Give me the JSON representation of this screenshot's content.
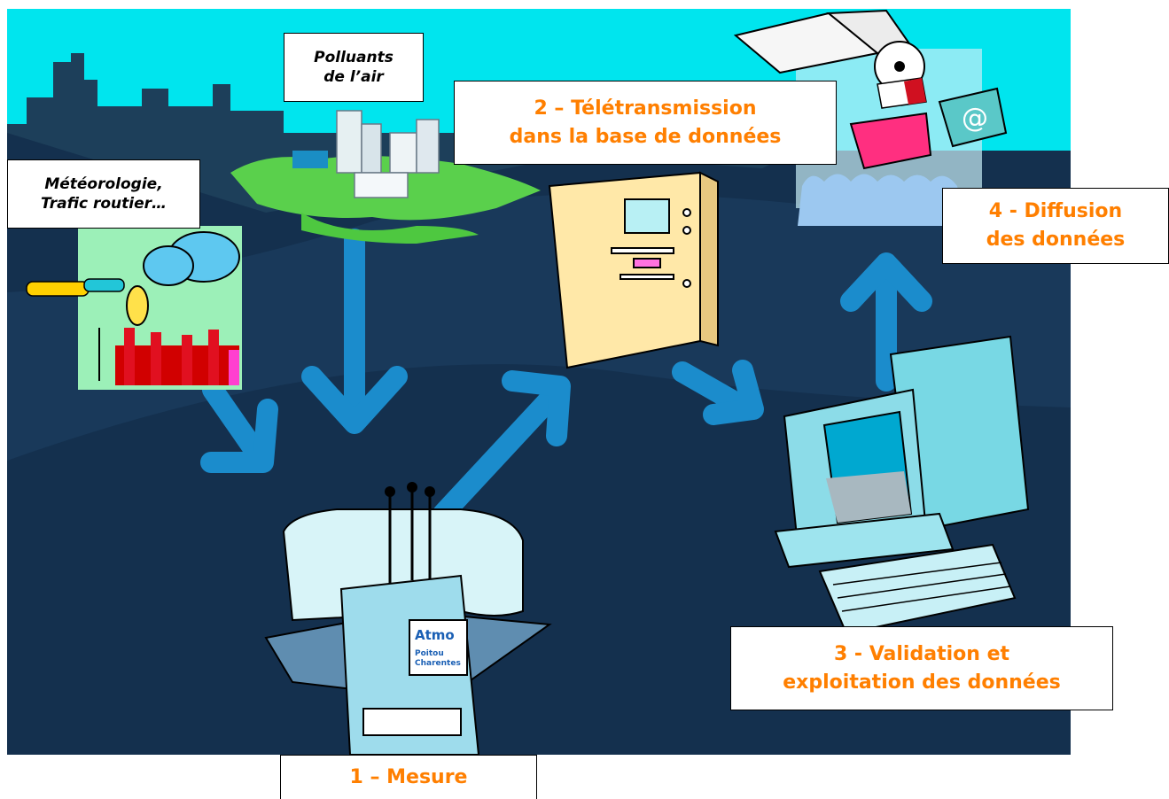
{
  "colors": {
    "sky": "#00e5ee",
    "ground": "#14304e",
    "skyline": "#1d3f5a",
    "arrow": "#1b8ccc",
    "accent_text": "#ff7f00",
    "label_bg": "#ffffff"
  },
  "labels": {
    "meteo": {
      "line1": "Météorologie,",
      "line2": "Trafic routier…"
    },
    "polluants": {
      "line1": "Polluants",
      "line2": "de l’air"
    },
    "step2": {
      "line1": "2 – Télétransmission",
      "line2": "dans la base de données"
    },
    "step4": {
      "line1": "4 - Diffusion",
      "line2": "des données"
    },
    "step3": {
      "line1": "3 - Validation et",
      "line2": "exploitation des données"
    },
    "step1": {
      "line1": "1 – Mesure"
    }
  },
  "station_logo": {
    "brand": "Atmo",
    "region1": "Poitou",
    "region2": "Charentes"
  },
  "icons": [
    "weather-factory-icon",
    "city-icon",
    "server-icon",
    "media-icon",
    "computer-icon",
    "station-icon"
  ]
}
